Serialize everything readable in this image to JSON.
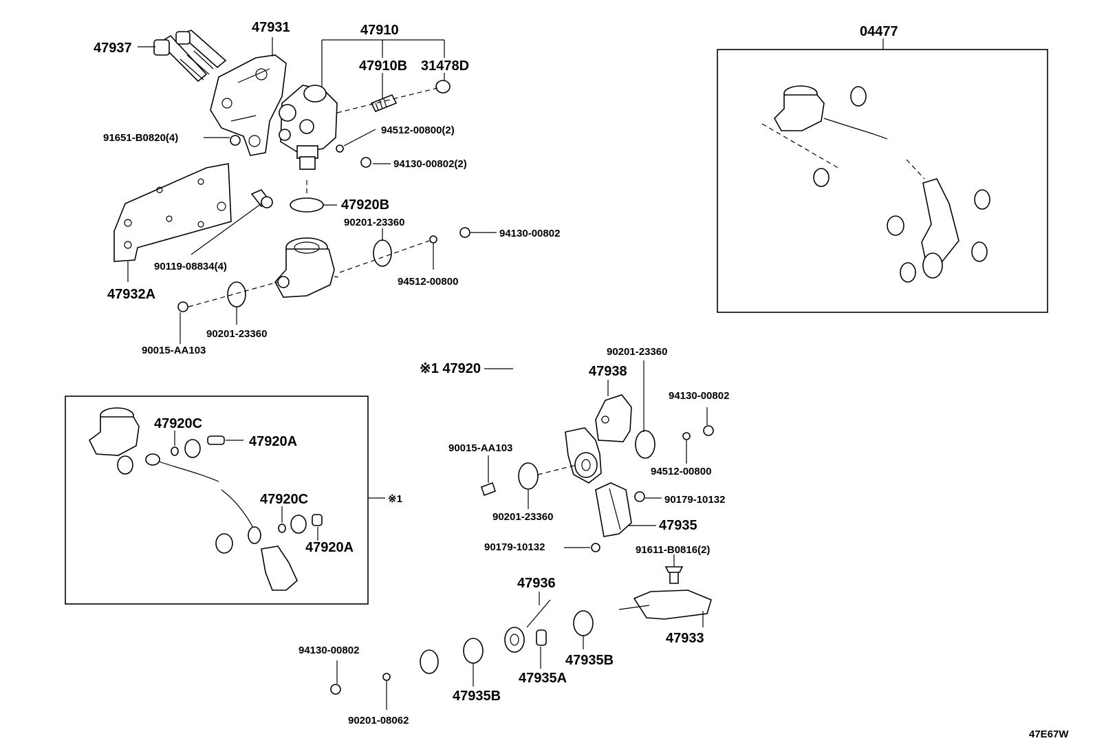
{
  "diagram_id": "47E67W",
  "labels": {
    "p47937": "47937",
    "p47931": "47931",
    "p47910": "47910",
    "p47910B": "47910B",
    "p31478D": "31478D",
    "p91651": "91651-B0820(4)",
    "p94512_2": "94512-00800(2)",
    "p94130_2": "94130-00802(2)",
    "p47920B": "47920B",
    "p90201_a": "90201-23360",
    "p94130_a": "94130-00802",
    "p90119": "90119-08834(4)",
    "p94512_a": "94512-00800",
    "p47932A": "47932A",
    "p90201_b": "90201-23360",
    "p90015_a": "90015-AA103",
    "p04477": "04477",
    "p47920": "※1 47920",
    "p47938": "47938",
    "p90201_c": "90201-23360",
    "p94130_b": "94130-00802",
    "p90015_b": "90015-AA103",
    "p94512_b": "94512-00800",
    "p90201_d": "90201-23360",
    "p90179_a": "90179-10132",
    "p47935": "47935",
    "p90179_b": "90179-10132",
    "p91611": "91611-B0816(2)",
    "p47936": "47936",
    "p47933": "47933",
    "p47935B_a": "47935B",
    "p47935A": "47935A",
    "p94130_c": "94130-00802",
    "p47935B_b": "47935B",
    "p90201_e": "90201-08062",
    "p47920C_a": "47920C",
    "p47920A_a": "47920A",
    "p47920C_b": "47920C",
    "p47920A_b": "47920A",
    "note1": "※1"
  }
}
